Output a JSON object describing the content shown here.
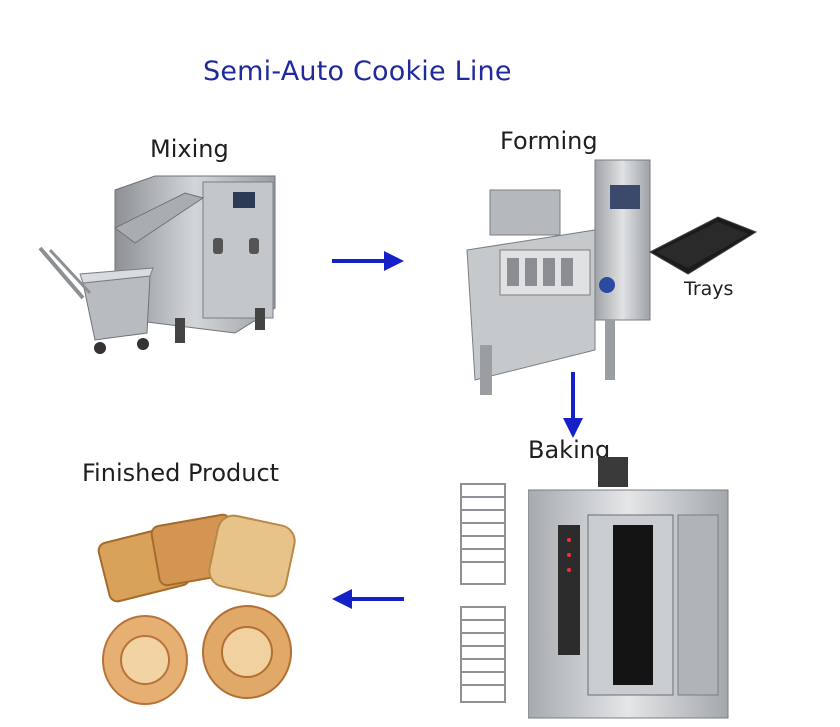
{
  "title": "Semi-Auto Cookie Line",
  "stages": {
    "mixing": "Mixing",
    "forming": "Forming",
    "trays": "Trays",
    "baking": "Baking",
    "finished": "Finished Product"
  },
  "colors": {
    "title": "#1f2a9c",
    "arrow": "#1520c8",
    "steel": "#b9bcc0",
    "cookie": "#d9a25a"
  }
}
